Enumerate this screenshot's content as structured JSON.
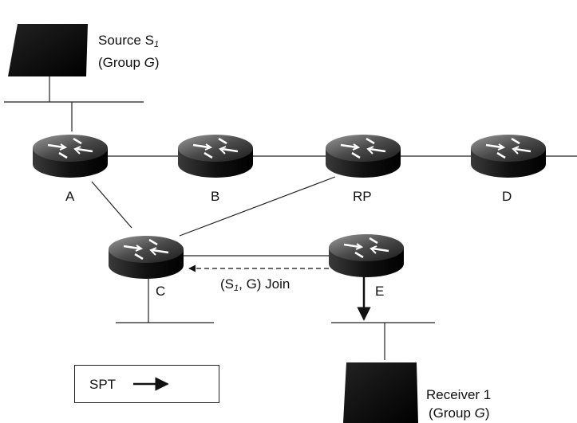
{
  "source": {
    "name": "Source S",
    "subscript": "1",
    "group_prefix": "(Group ",
    "group_var": "G",
    "group_suffix": ")"
  },
  "routers": {
    "a": "A",
    "b": "B",
    "rp": "RP",
    "d": "D",
    "c": "C",
    "e": "E"
  },
  "join": {
    "prefix": "(S",
    "subscript": "1",
    "suffix": ", G) Join"
  },
  "receiver": {
    "name": "Receiver 1",
    "group_prefix": "(Group ",
    "group_var": "G",
    "group_suffix": ")"
  },
  "legend": {
    "label": "SPT"
  }
}
